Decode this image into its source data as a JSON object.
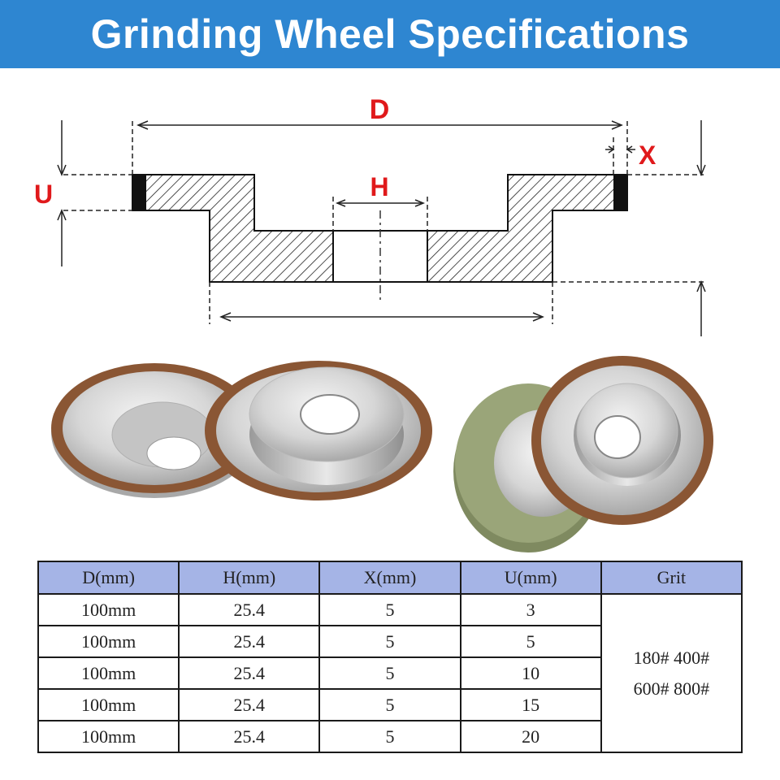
{
  "title": "Grinding Wheel Specifications",
  "diagram": {
    "label_d": "D",
    "label_h": "H",
    "label_x": "X",
    "label_u": "U",
    "label_color": "#e0191b"
  },
  "colors": {
    "banner": "#2e86d1",
    "header_fill": "#a5b4e6",
    "resin_rim": "#8a5634",
    "green_wheel": "#9aa579"
  },
  "table": {
    "headers": [
      "D(mm)",
      "H(mm)",
      "X(mm)",
      "U(mm)",
      "Grit"
    ],
    "rows": [
      [
        "100mm",
        "25.4",
        "5",
        "3"
      ],
      [
        "100mm",
        "25.4",
        "5",
        "5"
      ],
      [
        "100mm",
        "25.4",
        "5",
        "10"
      ],
      [
        "100mm",
        "25.4",
        "5",
        "15"
      ],
      [
        "100mm",
        "25.4",
        "5",
        "20"
      ]
    ],
    "grit_lines": [
      "180# 400#",
      "600# 800#"
    ]
  }
}
